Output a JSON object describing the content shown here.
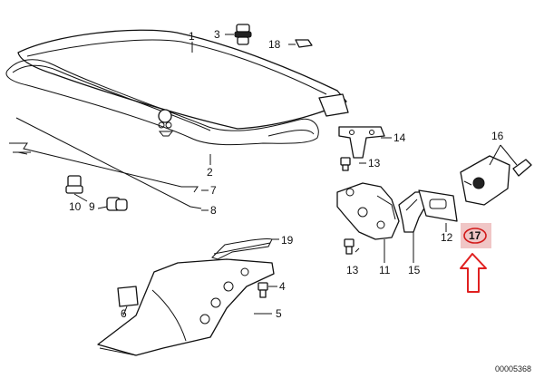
{
  "diagram": {
    "labels": {
      "p1": "1",
      "p2": "2",
      "p3": "3",
      "p4": "4",
      "p5": "5",
      "p6": "6",
      "p7": "7",
      "p8": "8",
      "p9": "9",
      "p10": "10",
      "p11": "11",
      "p12": "12",
      "p13a": "13",
      "p13b": "13",
      "p14": "14",
      "p15": "15",
      "p16": "16",
      "p17": "17",
      "p18": "18",
      "p19": "19"
    },
    "highlight_label": "17",
    "reference_code": "00005368",
    "colors": {
      "highlight_fill": "#f0c6c6",
      "highlight_ring": "#d21a1a",
      "arrow": "#e02020",
      "line": "#111111"
    }
  }
}
